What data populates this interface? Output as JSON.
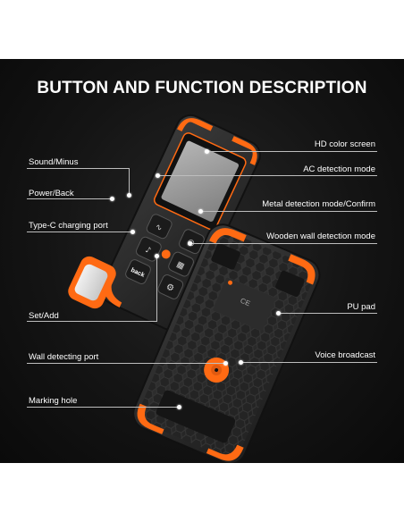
{
  "title": "BUTTON AND FUNCTION DESCRIPTION",
  "callouts_left": [
    {
      "id": "sound-minus",
      "label": "Sound/Minus"
    },
    {
      "id": "power-back",
      "label": "Power/Back"
    },
    {
      "id": "type-c-port",
      "label": "Type-C charging port"
    },
    {
      "id": "set-add",
      "label": "Set/Add"
    },
    {
      "id": "wall-detecting-port",
      "label": "Wall detecting port"
    },
    {
      "id": "marking-hole",
      "label": "Marking hole"
    }
  ],
  "callouts_right": [
    {
      "id": "hd-color-screen",
      "label": "HD color screen"
    },
    {
      "id": "ac-detection-mode",
      "label": "AC detection mode"
    },
    {
      "id": "metal-detection-confirm",
      "label": "Metal detection mode/Confirm"
    },
    {
      "id": "wooden-wall-mode",
      "label": "Wooden wall detection mode"
    },
    {
      "id": "pu-pad",
      "label": "PU pad"
    },
    {
      "id": "voice-broadcast",
      "label": "Voice broadcast"
    }
  ],
  "device": {
    "back_button_label": "back",
    "colors": {
      "accent": "#ff6a13",
      "body": "#2a2a2a",
      "screen": "#9a9a9a"
    },
    "icons": [
      "bell-icon",
      "sound-icon",
      "metal-icon",
      "wood-icon",
      "settings-icon",
      "ac-icon"
    ]
  }
}
